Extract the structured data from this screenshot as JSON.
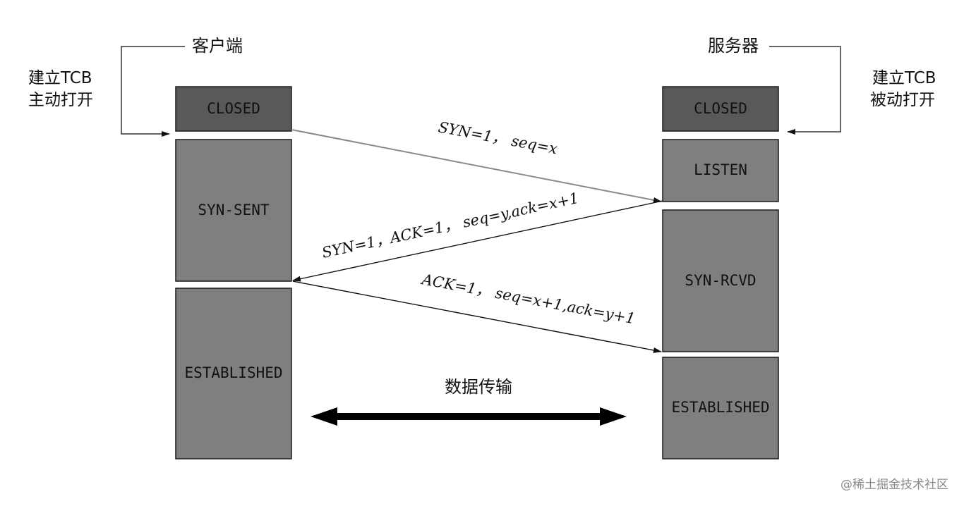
{
  "client": {
    "title": "客户端",
    "open_mode_line1": "建立TCB",
    "open_mode_line2": "主动打开",
    "states": [
      "CLOSED",
      "SYN-SENT",
      "ESTABLISHED"
    ]
  },
  "server": {
    "title": "服务器",
    "open_mode_line1": "建立TCB",
    "open_mode_line2": "被动打开",
    "states": [
      "CLOSED",
      "LISTEN",
      "SYN-RCVD",
      "ESTABLISHED"
    ]
  },
  "messages": [
    {
      "label": "SYN=1， seq=x",
      "from": "client",
      "to": "server"
    },
    {
      "label": "SYN=1，ACK=1， seq=y,ack=x+1",
      "from": "server",
      "to": "client"
    },
    {
      "label": "ACK=1， seq=x+1,ack=y+1",
      "from": "client",
      "to": "server"
    }
  ],
  "data_transfer": {
    "label": "数据传输"
  },
  "watermark": "@稀土掘金技术社区",
  "colors": {
    "closed_box": "#595959",
    "state_box": "#7f7f7f",
    "arrow": "#000000"
  }
}
